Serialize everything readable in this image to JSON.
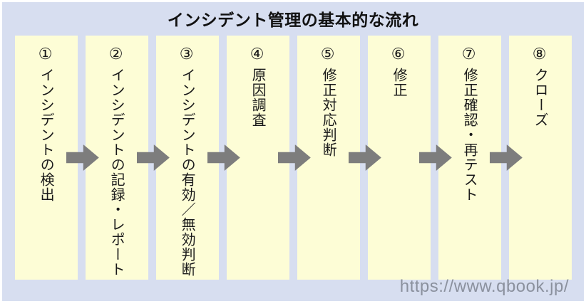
{
  "title": "インシデント管理の基本的な流れ",
  "watermark": "https://www.qbook.jp/",
  "colors": {
    "panel_background": "#d7def0",
    "box_fill": "#fdfdd6",
    "arrow": "#7d7d7d",
    "text": "#1a1a1a",
    "watermark_text": "#8b919e",
    "page_border": "#ffffff"
  },
  "steps": [
    {
      "num": "①",
      "label": "インシデントの検出"
    },
    {
      "num": "②",
      "label": "インシデントの記録・レポート"
    },
    {
      "num": "③",
      "label": "インシデントの有効／無効判断"
    },
    {
      "num": "④",
      "label": "原因調査"
    },
    {
      "num": "⑤",
      "label": "修正対応判断"
    },
    {
      "num": "⑥",
      "label": "修正"
    },
    {
      "num": "⑦",
      "label": "修正確認・再テスト"
    },
    {
      "num": "⑧",
      "label": "クローズ"
    }
  ]
}
